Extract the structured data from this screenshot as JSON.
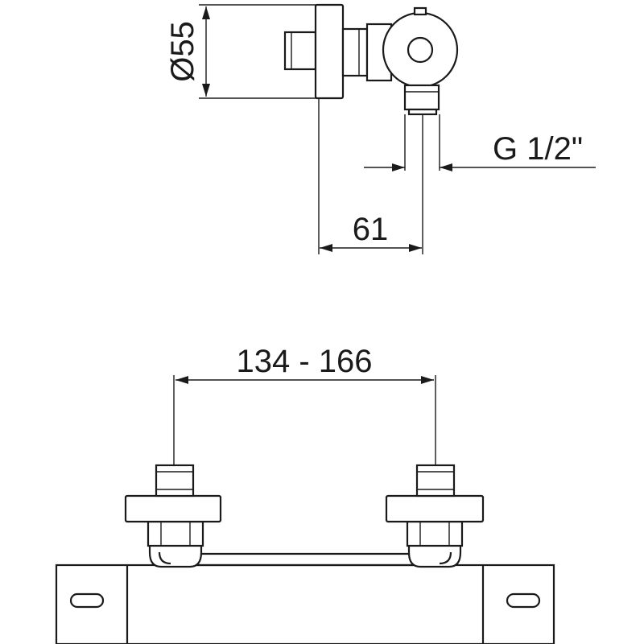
{
  "dimensions": {
    "diameter": "Ø55",
    "thread": "G 1/2\"",
    "depth": "61",
    "center_distance": "134 - 166"
  },
  "colors": {
    "line": "#1a1a1a",
    "background": "#ffffff"
  }
}
